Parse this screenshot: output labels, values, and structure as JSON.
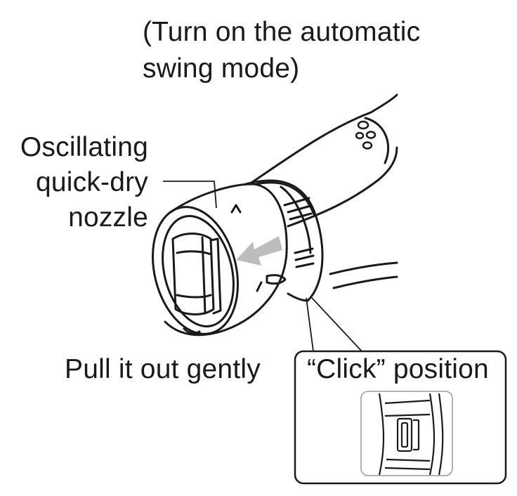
{
  "captions": {
    "top_line1": "(Turn on the automatic",
    "top_line2": "swing mode)",
    "nozzle_line1": "Oscillating",
    "nozzle_line2": "quick-dry",
    "nozzle_line3": "nozzle",
    "pull_out": "Pull it out gently",
    "click_position": "“Click” position"
  },
  "colors": {
    "ink": "#1a1a1a",
    "arrow_fill": "#bdbdbd",
    "background": "#ffffff"
  },
  "icons": {
    "direction_arrow": "arrow-left",
    "body_vents": "vent-holes"
  }
}
